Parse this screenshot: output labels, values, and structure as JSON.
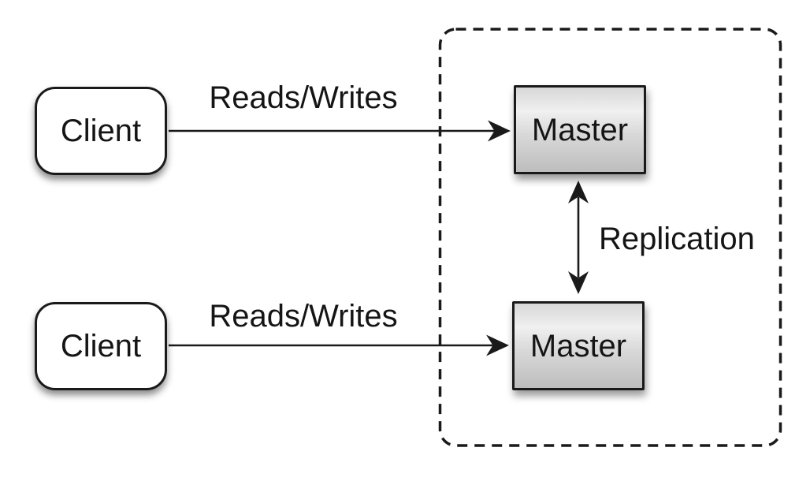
{
  "nodes": {
    "client_top": {
      "label": "Client"
    },
    "client_bottom": {
      "label": "Client"
    },
    "master_top": {
      "label": "Master"
    },
    "master_bottom": {
      "label": "Master"
    }
  },
  "edges": {
    "reads_writes_top": {
      "label": "Reads/Writes"
    },
    "reads_writes_bottom": {
      "label": "Reads/Writes"
    },
    "replication": {
      "label": "Replication"
    }
  },
  "colors": {
    "ink": "#1a1a1a",
    "background": "#ffffff",
    "client_fill": "#ffffff",
    "master_fill_light": "#f0f0f0",
    "master_fill_dark": "#bdbdbd"
  }
}
